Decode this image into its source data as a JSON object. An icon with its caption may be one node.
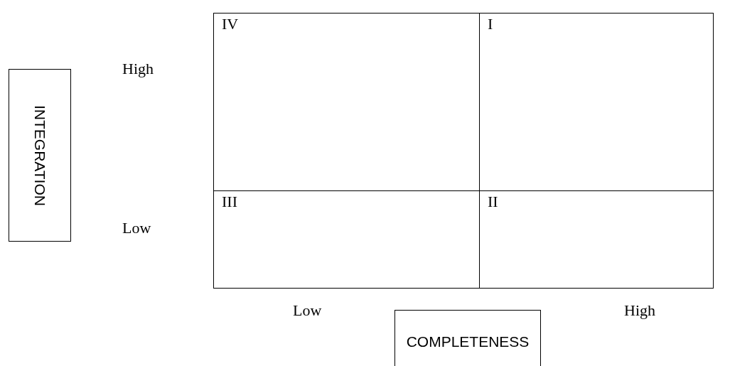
{
  "diagram": {
    "nodes": [
      {
        "text": [
          "IV"
        ]
      },
      {
        "text": [
          "I"
        ]
      },
      {
        "text": [
          "INTEGRATION"
        ]
      },
      {
        "text": [
          "III"
        ]
      },
      {
        "text": [
          "II"
        ]
      },
      {
        "text": [
          "COMPLETENESS"
        ]
      }
    ],
    "labels": [
      "High",
      "Low",
      "Low",
      "High"
    ]
  }
}
